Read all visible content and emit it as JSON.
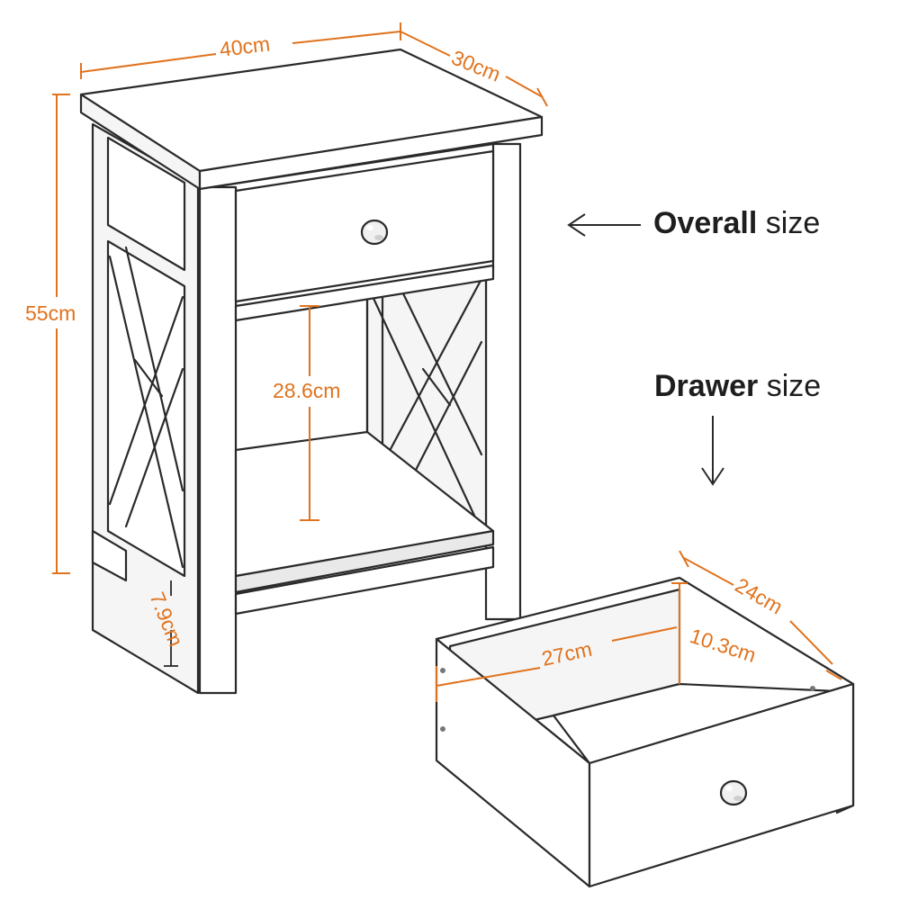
{
  "nightstand": {
    "width_label": "40cm",
    "depth_label": "30cm",
    "height_label": "55cm",
    "shelf_gap_label": "28.6cm",
    "leg_clearance_label": "7.9cm"
  },
  "drawer": {
    "length_label": "27cm",
    "depth_label": "24cm",
    "height_label": "10.3cm"
  },
  "captions": {
    "overall_bold": "Overall",
    "overall_rest": " size",
    "drawer_bold": "Drawer",
    "drawer_rest": " size"
  },
  "colors": {
    "dimension_line": "#e0731e",
    "outline": "#2a2a2a"
  }
}
